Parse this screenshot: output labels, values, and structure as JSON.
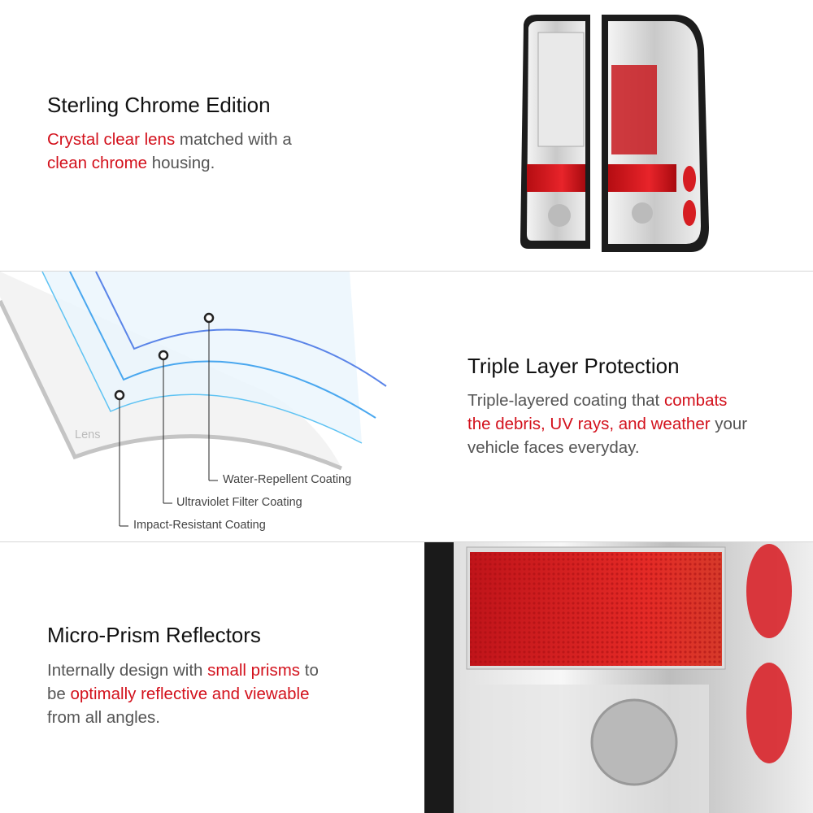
{
  "sections": [
    {
      "title": "Sterling Chrome Edition",
      "lines": [
        [
          {
            "t": "Crystal clear lens",
            "red": true
          },
          {
            "t": " matched with a",
            "red": false
          }
        ],
        [
          {
            "t": "clean chrome",
            "red": true
          },
          {
            "t": " housing.",
            "red": false
          }
        ]
      ]
    },
    {
      "title": "Triple Layer Protection",
      "lines": [
        [
          {
            "t": "Triple-layered coating that ",
            "red": false
          },
          {
            "t": "combats",
            "red": true
          }
        ],
        [
          {
            "t": "the debris, UV rays, and weather",
            "red": true
          },
          {
            "t": " your",
            "red": false
          }
        ],
        [
          {
            "t": "vehicle faces everyday.",
            "red": false
          }
        ]
      ]
    },
    {
      "title": "Micro-Prism Reflectors",
      "lines": [
        [
          {
            "t": "Internally design with ",
            "red": false
          },
          {
            "t": "small prisms",
            "red": true
          },
          {
            "t": " to",
            "red": false
          }
        ],
        [
          {
            "t": "be ",
            "red": false
          },
          {
            "t": "optimally reflective and viewable",
            "red": true
          }
        ],
        [
          {
            "t": "from all angles.",
            "red": false
          }
        ]
      ]
    }
  ],
  "diagram": {
    "lens_label": "Lens",
    "labels": [
      "Water-Repellent Coating",
      "Ultraviolet Filter Coating",
      "Impact-Resistant Coating"
    ]
  },
  "colors": {
    "accent_red": "#d3111c",
    "text": "#555555",
    "heading": "#111111"
  }
}
